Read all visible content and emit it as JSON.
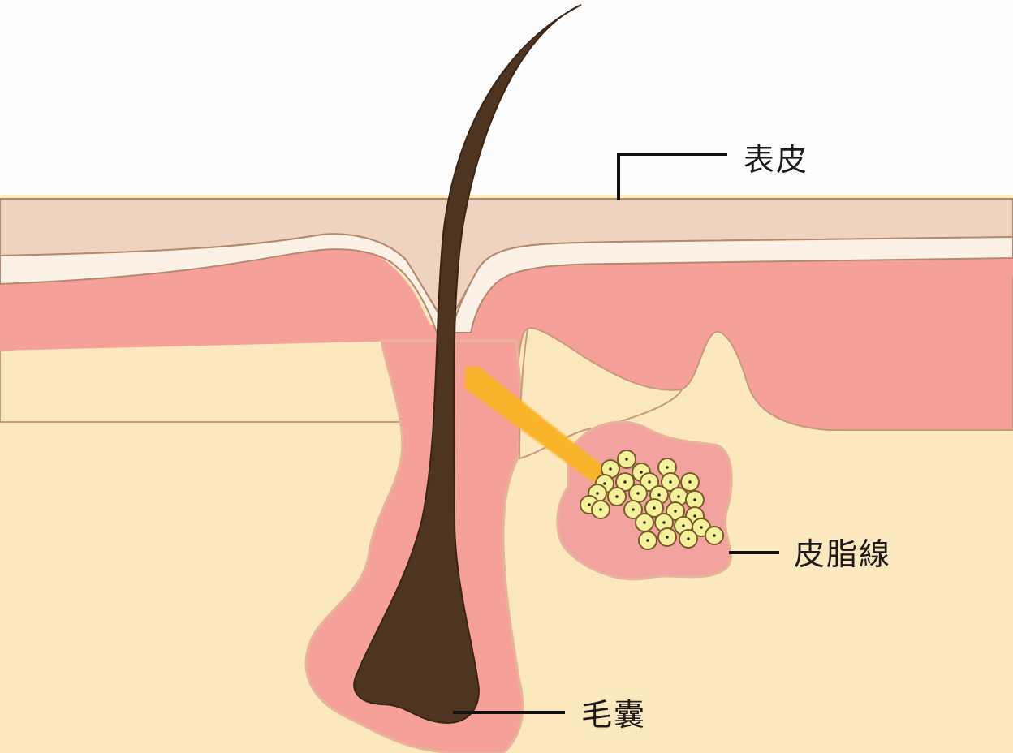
{
  "diagram": {
    "type": "anatomical cross-section",
    "subject": "skin layers with hair follicle and sebaceous gland",
    "labels": {
      "epidermis": "表皮",
      "sebaceous_gland": "皮脂線",
      "hair_follicle": "毛囊"
    },
    "colors": {
      "background": "#fdfcfd",
      "epidermis": "#eed4c0",
      "epidermis_inner": "#fbf1e6",
      "dermis": "#f6a09a",
      "subcutaneous": "#fce8bf",
      "hair": "#4e3522",
      "sebum_duct": "#f9b42a",
      "sebum_cells": "#f3f19a",
      "outline": "#b58a6c",
      "leader_line": "#111111"
    }
  }
}
